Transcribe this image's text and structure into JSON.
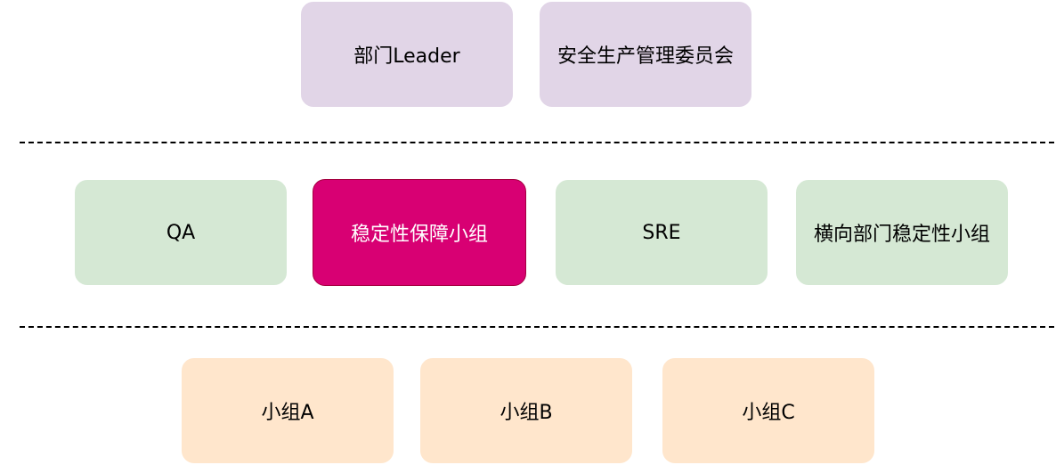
{
  "tiers": {
    "top": [
      {
        "label": "部门Leader"
      },
      {
        "label": "安全生产管理委员会"
      }
    ],
    "middle": [
      {
        "label": "QA"
      },
      {
        "label": "稳定性保障小组"
      },
      {
        "label": "SRE"
      },
      {
        "label": "横向部门稳定性小组"
      }
    ],
    "bottom": [
      {
        "label": "小组A"
      },
      {
        "label": "小组B"
      },
      {
        "label": "小组C"
      }
    ]
  },
  "colors": {
    "top_fill": "#e1d5e7",
    "middle_fill": "#d5e8d4",
    "highlight_fill": "#d80073",
    "bottom_fill": "#ffe6cc",
    "divider": "#000000"
  }
}
